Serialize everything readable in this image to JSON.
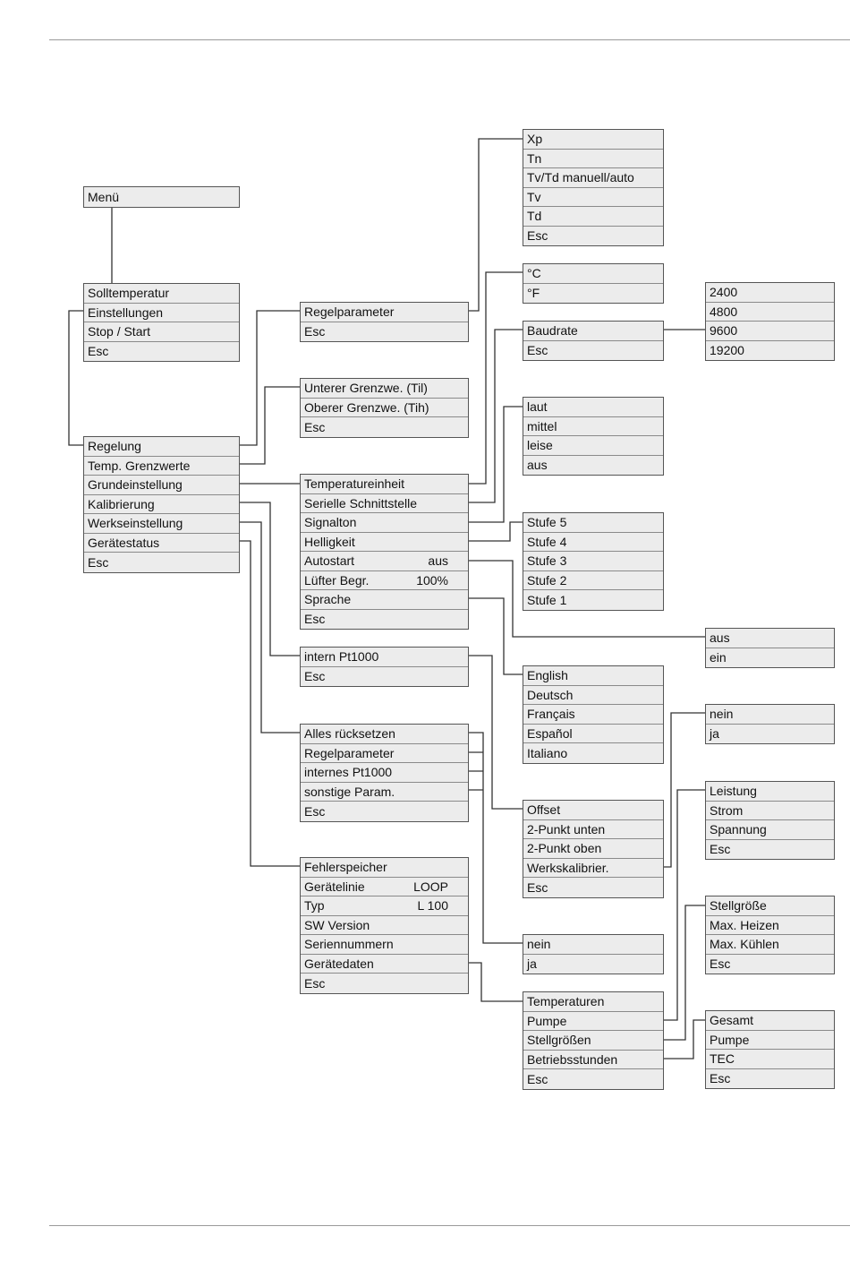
{
  "menus": {
    "root": {
      "items": [
        {
          "label": "Menü"
        }
      ]
    },
    "main": {
      "items": [
        {
          "label": "Solltemperatur"
        },
        {
          "label": "Einstellungen"
        },
        {
          "label": "Stop / Start"
        },
        {
          "label": "Esc"
        }
      ]
    },
    "einstellungen": {
      "items": [
        {
          "label": "Regelung"
        },
        {
          "label": "Temp. Grenzwerte"
        },
        {
          "label": "Grundeinstellung"
        },
        {
          "label": "Kalibrierung"
        },
        {
          "label": "Werkseinstellung"
        },
        {
          "label": "Gerätestatus"
        },
        {
          "label": "Esc"
        }
      ]
    },
    "regelung": {
      "items": [
        {
          "label": "Regelparameter"
        },
        {
          "label": "Esc"
        }
      ]
    },
    "regelparameter": {
      "items": [
        {
          "label": "Xp"
        },
        {
          "label": "Tn"
        },
        {
          "label": "Tv/Td manuell/auto"
        },
        {
          "label": "Tv"
        },
        {
          "label": "Td"
        },
        {
          "label": "Esc"
        }
      ]
    },
    "grenzwerte": {
      "items": [
        {
          "label": "Unterer Grenzwe. (Til)"
        },
        {
          "label": "Oberer Grenzwe. (Tih)"
        },
        {
          "label": "Esc"
        }
      ]
    },
    "grundeinstellung": {
      "items": [
        {
          "label": "Temperatureinheit"
        },
        {
          "label": "Serielle Schnittstelle"
        },
        {
          "label": "Signalton"
        },
        {
          "label": "Helligkeit"
        },
        {
          "label": "Autostart",
          "value": "aus"
        },
        {
          "label": "Lüfter Begr.",
          "value": "100%"
        },
        {
          "label": "Sprache"
        },
        {
          "label": "Esc"
        }
      ]
    },
    "einheit": {
      "items": [
        {
          "label": "°C"
        },
        {
          "label": "°F"
        }
      ]
    },
    "schnittstelle": {
      "items": [
        {
          "label": "Baudrate"
        },
        {
          "label": "Esc"
        }
      ]
    },
    "baudrate": {
      "items": [
        {
          "label": "2400"
        },
        {
          "label": "4800"
        },
        {
          "label": "9600"
        },
        {
          "label": "19200"
        }
      ]
    },
    "signalton": {
      "items": [
        {
          "label": "laut"
        },
        {
          "label": "mittel"
        },
        {
          "label": "leise"
        },
        {
          "label": "aus"
        }
      ]
    },
    "helligkeit": {
      "items": [
        {
          "label": "Stufe 5"
        },
        {
          "label": "Stufe 4"
        },
        {
          "label": "Stufe 3"
        },
        {
          "label": "Stufe 2"
        },
        {
          "label": "Stufe 1"
        }
      ]
    },
    "autostart": {
      "items": [
        {
          "label": "aus"
        },
        {
          "label": "ein"
        }
      ]
    },
    "sprache": {
      "items": [
        {
          "label": "English"
        },
        {
          "label": "Deutsch"
        },
        {
          "label": "Français"
        },
        {
          "label": "Español"
        },
        {
          "label": "Italiano"
        }
      ]
    },
    "kalibrierung": {
      "items": [
        {
          "label": "intern Pt1000"
        },
        {
          "label": "Esc"
        }
      ]
    },
    "kalib_options": {
      "items": [
        {
          "label": "Offset"
        },
        {
          "label": "2-Punkt unten"
        },
        {
          "label": "2-Punkt oben"
        },
        {
          "label": "Werkskalibrier."
        },
        {
          "label": "Esc"
        }
      ]
    },
    "werkskalib": {
      "items": [
        {
          "label": "nein"
        },
        {
          "label": "ja"
        }
      ]
    },
    "werkseinstellung": {
      "items": [
        {
          "label": "Alles rücksetzen"
        },
        {
          "label": "Regelparameter"
        },
        {
          "label": "internes Pt1000"
        },
        {
          "label": "sonstige Param."
        },
        {
          "label": "Esc"
        }
      ]
    },
    "reset_confirm": {
      "items": [
        {
          "label": "nein"
        },
        {
          "label": "ja"
        }
      ]
    },
    "geraetestatus": {
      "items": [
        {
          "label": "Fehlerspeicher"
        },
        {
          "label": "Gerätelinie",
          "value": "LOOP"
        },
        {
          "label": "Typ",
          "value": "L 100"
        },
        {
          "label": "SW Version"
        },
        {
          "label": "Seriennummern"
        },
        {
          "label": "Gerätedaten"
        },
        {
          "label": "Esc"
        }
      ]
    },
    "geraetedaten": {
      "items": [
        {
          "label": "Temperaturen"
        },
        {
          "label": "Pumpe"
        },
        {
          "label": "Stellgrößen"
        },
        {
          "label": "Betriebsstunden"
        },
        {
          "label": "Esc"
        }
      ]
    },
    "temperaturen": {
      "items": [
        {
          "label": "Leistung"
        },
        {
          "label": "Strom"
        },
        {
          "label": "Spannung"
        },
        {
          "label": "Esc"
        }
      ]
    },
    "stellgroessen": {
      "items": [
        {
          "label": "Stellgröße"
        },
        {
          "label": "Max. Heizen"
        },
        {
          "label": "Max. Kühlen"
        },
        {
          "label": "Esc"
        }
      ]
    },
    "betriebsstunden": {
      "items": [
        {
          "label": "Gesamt"
        },
        {
          "label": "Pumpe"
        },
        {
          "label": "TEC"
        },
        {
          "label": "Esc"
        }
      ]
    }
  }
}
